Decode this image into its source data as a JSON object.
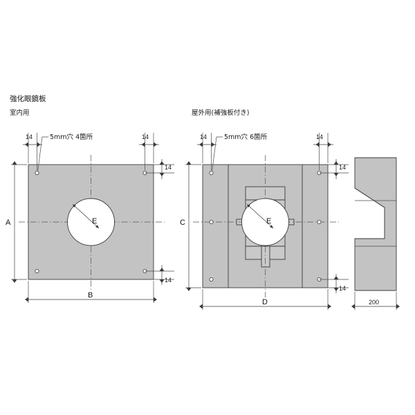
{
  "page": {
    "title": "強化眼鏡板",
    "background_color": "#ffffff",
    "plate_fill": "#c3c3c3",
    "line_color": "#3a3a3a"
  },
  "views": {
    "indoor": {
      "heading": "室内用",
      "note": "5mm穴 4箇所",
      "edge_left": "14",
      "edge_right": "14",
      "edge_top": "14",
      "edge_bottom": "14",
      "dim_height": "A",
      "dim_width": "B",
      "dim_hole": "E"
    },
    "outdoor": {
      "heading": "屋外用(補強板付き)",
      "note": "5mm穴 6箇所",
      "edge_left": "14",
      "edge_right": "14",
      "edge_top": "14",
      "edge_bottom": "14",
      "dim_height": "C",
      "dim_width": "D",
      "dim_hole": "E"
    },
    "side": {
      "dim_depth": "200"
    }
  }
}
